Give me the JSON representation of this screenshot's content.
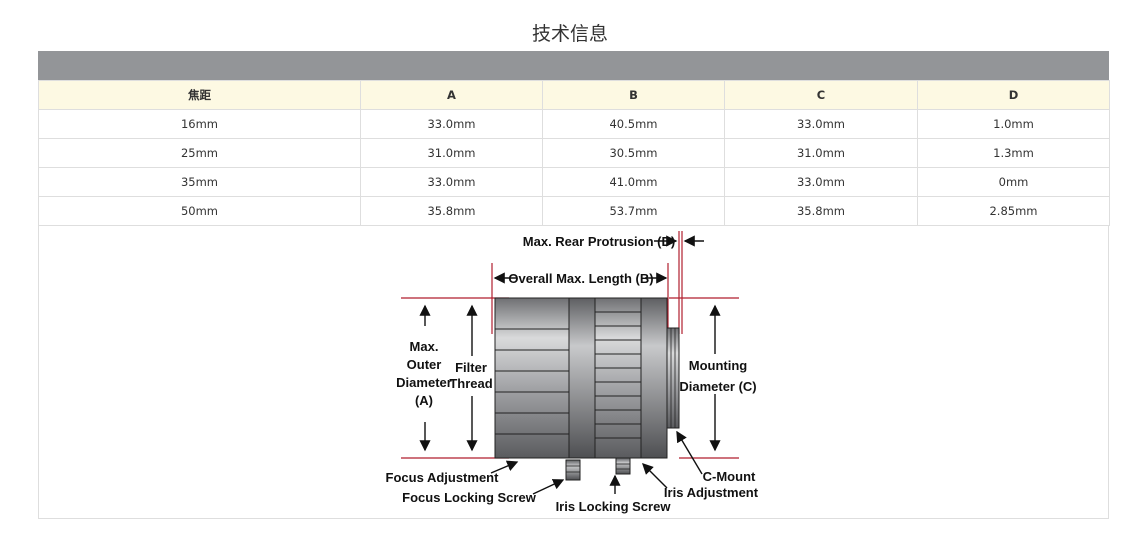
{
  "page": {
    "title": "技术信息"
  },
  "table": {
    "headers": [
      "焦距",
      "A",
      "B",
      "C",
      "D"
    ],
    "rows": [
      [
        "16mm",
        "33.0mm",
        "40.5mm",
        "33.0mm",
        "1.0mm"
      ],
      [
        "25mm",
        "31.0mm",
        "30.5mm",
        "31.0mm",
        "1.3mm"
      ],
      [
        "35mm",
        "33.0mm",
        "41.0mm",
        "33.0mm",
        "0mm"
      ],
      [
        "50mm",
        "35.8mm",
        "53.7mm",
        "35.8mm",
        "2.85mm"
      ]
    ]
  },
  "diagram": {
    "rear_protrusion": "Max. Rear Protrusion (D)",
    "overall_length": "Overall Max. Length (B)",
    "outer_diameter": [
      "Max.",
      "Outer",
      "Diameter",
      "(A)"
    ],
    "filter_thread": [
      "Filter",
      "Thread"
    ],
    "mounting_diameter": [
      "Mounting",
      "Diameter (C)"
    ],
    "focus_adjustment": "Focus Adjustment",
    "focus_locking_screw": "Focus Locking Screw",
    "iris_locking_screw": "Iris Locking Screw",
    "c_mount": "C-Mount",
    "iris_adjustment": "Iris Adjustment"
  }
}
